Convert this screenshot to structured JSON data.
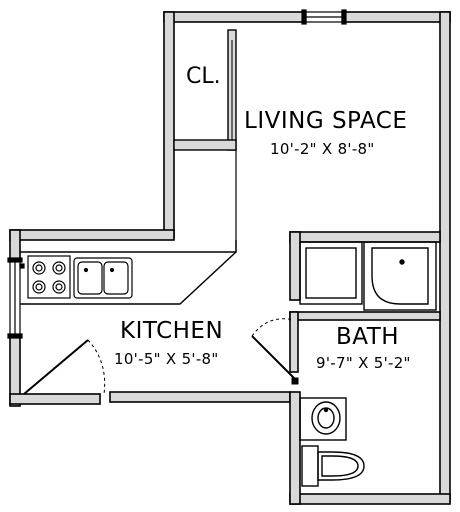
{
  "rooms": {
    "closet": {
      "label": "CL."
    },
    "living_space": {
      "label": "LIVING SPACE",
      "dimensions": "10'-2\" X 8'-8\""
    },
    "kitchen": {
      "label": "KITCHEN",
      "dimensions": "10'-5\" X 5'-8\""
    },
    "bath": {
      "label": "BATH",
      "dimensions": "9'-7\" X 5'-2\""
    }
  },
  "colors": {
    "wall_fill": "#d9d9d9",
    "line": "#000000",
    "background": "#ffffff"
  }
}
